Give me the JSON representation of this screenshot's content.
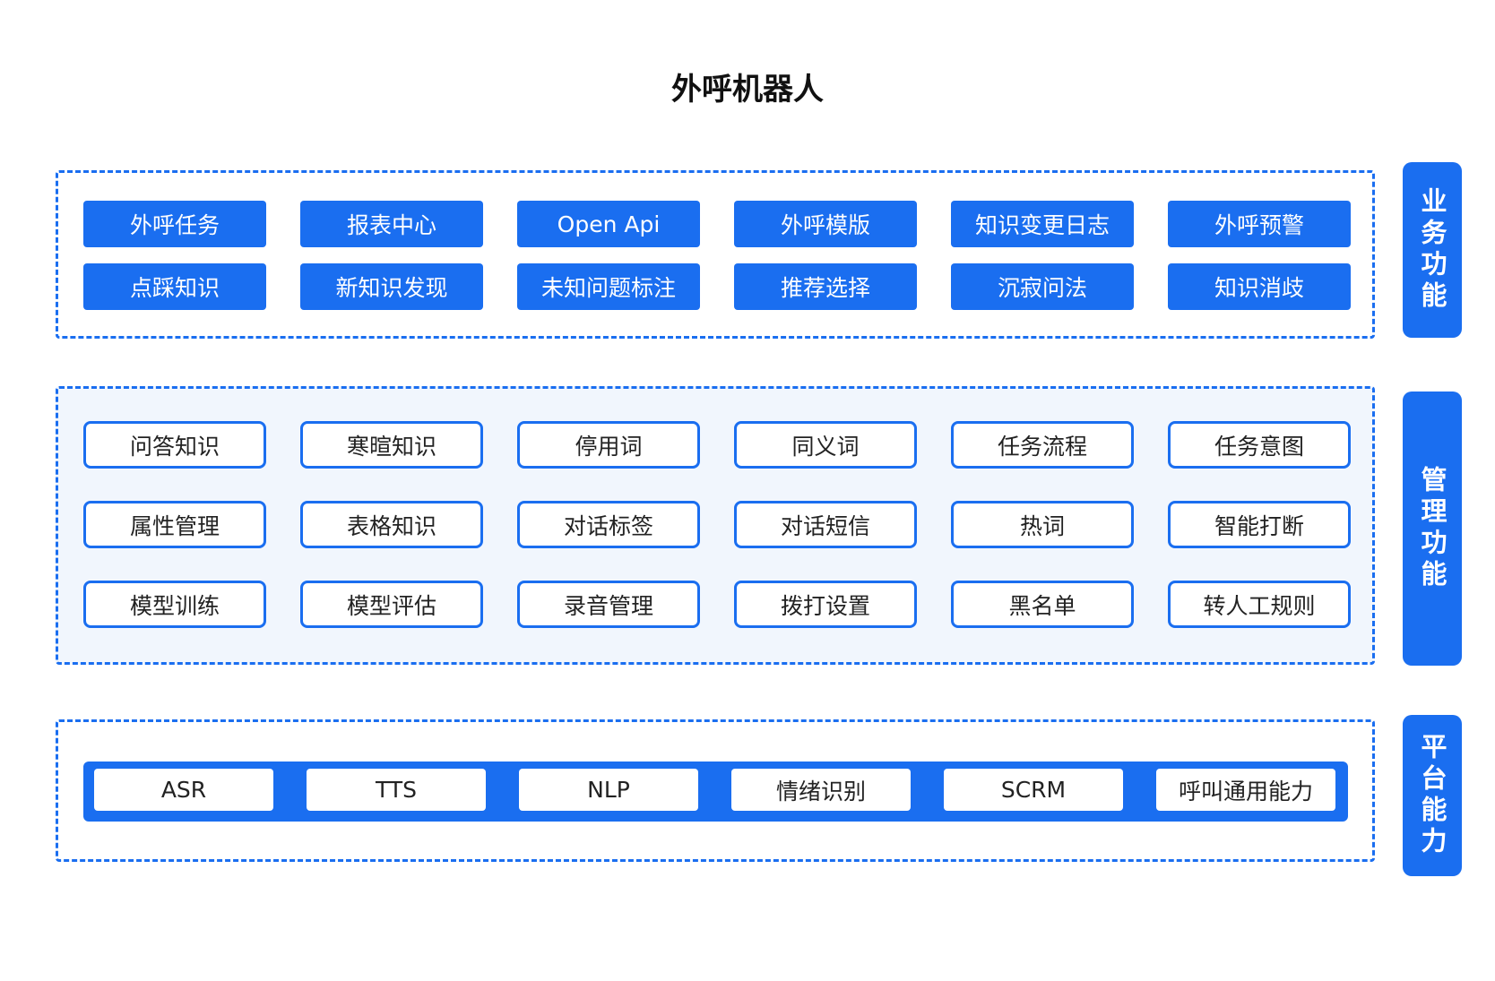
{
  "title": "外呼机器人",
  "colors": {
    "accent": "#1a6ef0",
    "panel_bg": "#f1f6fd"
  },
  "sections": {
    "business": {
      "label": "业务功能",
      "items": [
        "外呼任务",
        "报表中心",
        "Open Api",
        "外呼模版",
        "知识变更日志",
        "外呼预警",
        "点踩知识",
        "新知识发现",
        "未知问题标注",
        "推荐选择",
        "沉寂问法",
        "知识消歧"
      ]
    },
    "management": {
      "label": "管理功能",
      "items": [
        "问答知识",
        "寒暄知识",
        "停用词",
        "同义词",
        "任务流程",
        "任务意图",
        "属性管理",
        "表格知识",
        "对话标签",
        "对话短信",
        "热词",
        "智能打断",
        "模型训练",
        "模型评估",
        "录音管理",
        "拨打设置",
        "黑名单",
        "转人工规则"
      ]
    },
    "platform": {
      "label": "平台能力",
      "items": [
        "ASR",
        "TTS",
        "NLP",
        "情绪识别",
        "SCRM",
        "呼叫通用能力"
      ]
    }
  }
}
